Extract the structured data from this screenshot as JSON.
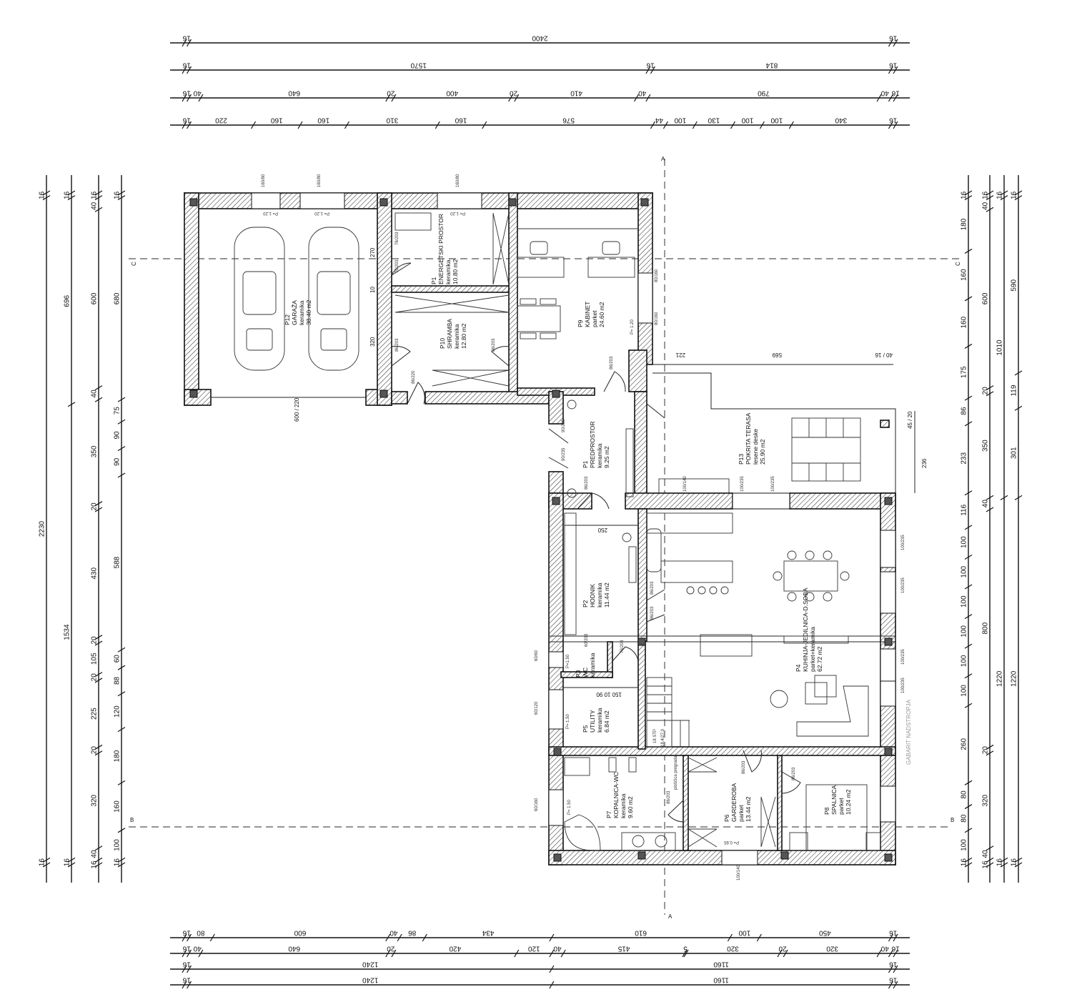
{
  "plan": {
    "rooms": [
      {
        "id": "P12",
        "name": "GARAŽA",
        "floor": "keramika",
        "area": "38.40 m2"
      },
      {
        "id": "P1",
        "name": "ENERGETSKI PROSTOR",
        "floor": "keramika",
        "area": "10.80 m2"
      },
      {
        "id": "P10",
        "name": "SHRAMBA",
        "floor": "keramika",
        "area": "12.80 m2"
      },
      {
        "id": "P9",
        "name": "KABINET",
        "floor": "parket",
        "area": "24.60 m2"
      },
      {
        "id": "P1",
        "name": "PREDPROSTOR",
        "floor": "keramika",
        "area": "9.25 m2"
      },
      {
        "id": "P13",
        "name": "POKRITA TERASA",
        "floor": "lesene deske",
        "area": "25.90 m2"
      },
      {
        "id": "P2",
        "name": "HODNIK",
        "floor": "keramika",
        "area": "11.44 m2"
      },
      {
        "id": "P4",
        "name": "KUHINJA-JEDILNICA-D.SOBA",
        "floor": "parket+keramika",
        "area": "62.72 m2"
      },
      {
        "id": "P3",
        "name": "WC",
        "floor": "keramika",
        "area": ""
      },
      {
        "id": "P5",
        "name": "UTILITY",
        "floor": "keramika",
        "area": "6.84 m2"
      },
      {
        "id": "P7",
        "name": "KOPALNICA-WC",
        "floor": "keramika",
        "area": "9.60 m2"
      },
      {
        "id": "P6",
        "name": "GARDEROBA",
        "floor": "parket",
        "area": "13.44 m2"
      },
      {
        "id": "P8",
        "name": "SPALNICA",
        "floor": "parket",
        "area": "10.24 m2"
      }
    ],
    "dimension_chains": {
      "top": [
        [
          16,
          2400,
          16
        ],
        [
          16,
          1570,
          16,
          814,
          16
        ],
        [
          16,
          40,
          640,
          20,
          400,
          20,
          410,
          40,
          790,
          40,
          16
        ],
        [
          16,
          220,
          160,
          160,
          310,
          160,
          576,
          44,
          100,
          130,
          100,
          100,
          340,
          16
        ]
      ],
      "bottom": [
        [
          16,
          80,
          600,
          40,
          86,
          434,
          610,
          100,
          450,
          16
        ],
        [
          16,
          40,
          640,
          20,
          420,
          120,
          40,
          415,
          5,
          320,
          20,
          320,
          40,
          16
        ],
        [
          16,
          1240,
          1160,
          16
        ],
        [
          16,
          1240,
          1160,
          16
        ]
      ],
      "left": [
        [
          16,
          2230,
          16
        ],
        [
          16,
          696,
          1534,
          16
        ],
        [
          16,
          40,
          600,
          40,
          350,
          20,
          430,
          20,
          105,
          20,
          225,
          20,
          320,
          40,
          16
        ],
        [
          16,
          680,
          75,
          90,
          90,
          588,
          60,
          88,
          120,
          180,
          160,
          100,
          16
        ]
      ],
      "right": [
        [
          16,
          180,
          160,
          160,
          175,
          86,
          233,
          116,
          100,
          100,
          100,
          100,
          100,
          100,
          260,
          80,
          80,
          100,
          16
        ],
        [
          16,
          40,
          600,
          20,
          350,
          40,
          800,
          20,
          320,
          40,
          16
        ],
        [
          16,
          1010,
          1220,
          16
        ],
        [
          16,
          590,
          119,
          301,
          1220,
          16
        ]
      ]
    },
    "section_markers": [
      "A",
      "A",
      "B",
      "B",
      "C",
      "C"
    ],
    "door_labels": [
      "76/203",
      "76/203",
      "86/203",
      "86/203",
      "86/220",
      "86/203",
      "90/235",
      "90/235",
      "86/203",
      "86/203",
      "86/203",
      "60/203",
      "76/203",
      "86/203",
      "86/203",
      "86/203"
    ],
    "window_labels": [
      "160/80",
      "160/80",
      "160/80",
      "80/160",
      "80/160",
      "100/140",
      "100/235",
      "100/235",
      "100/235",
      "100/235",
      "100/235",
      "100/235",
      "60/60",
      "60/120",
      "60/160",
      "100/140"
    ],
    "notes": {
      "parapet_1": "P= 1.20",
      "parapet_2": "P= 1.20",
      "parapet_3": "P= 1.20",
      "parapet_4": "P= 1.20",
      "parapet_5": "P= 1.50",
      "parapet_6": "P= 1.50",
      "parapet_7": "P= 0.95",
      "parapet_8": "P=1.50",
      "hall_width": "250",
      "utility_dims": "150  10  90",
      "garage_dims": "600 / 220",
      "gk_dims": "270",
      "gk_dims2": "10",
      "gk_dims3": "320",
      "terrace_dims": "221",
      "terrace_dims2": "569",
      "terrace_dims3": "40 / 16",
      "terrace_h": "45 / 20",
      "terrace_h2": "236",
      "stairs": "18 STP",
      "stairs2": "18.4/27.0",
      "upper_floor": "GABARIT NADSTROPJA",
      "shaft": "ploščica pregrada"
    }
  }
}
